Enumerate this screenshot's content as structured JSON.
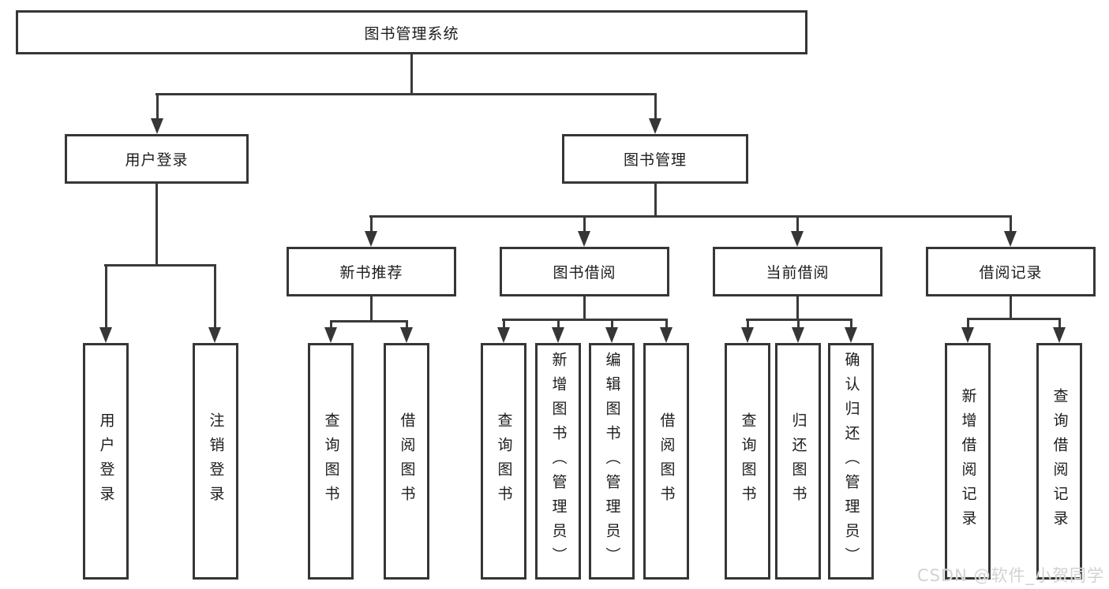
{
  "diagram": {
    "title": "图书管理系统",
    "root": {
      "label": "图书管理系统"
    },
    "branches": [
      {
        "label": "用户登录",
        "children": [
          {
            "label": "用户登录"
          },
          {
            "label": "注销登录"
          }
        ]
      },
      {
        "label": "图书管理",
        "children": [
          {
            "label": "新书推荐",
            "children": [
              {
                "label": "查询图书"
              },
              {
                "label": "借阅图书"
              }
            ]
          },
          {
            "label": "图书借阅",
            "children": [
              {
                "label": "查询图书"
              },
              {
                "label": "新增图书（管理员）"
              },
              {
                "label": "编辑图书（管理员）"
              },
              {
                "label": "借阅图书"
              }
            ]
          },
          {
            "label": "当前借阅",
            "children": [
              {
                "label": "查询图书"
              },
              {
                "label": "归还图书"
              },
              {
                "label": "确认归还（管理员）"
              }
            ]
          },
          {
            "label": "借阅记录",
            "children": [
              {
                "label": "新增借阅记录"
              },
              {
                "label": "查询借阅记录"
              }
            ]
          }
        ]
      }
    ],
    "watermark": "CSDN @软件_小贺同学",
    "colors": {
      "line": "#3a3a3a",
      "border": "#363636",
      "text": "#1c1c1c",
      "background": "#ffffff",
      "watermark": "#d2d2d2"
    }
  }
}
